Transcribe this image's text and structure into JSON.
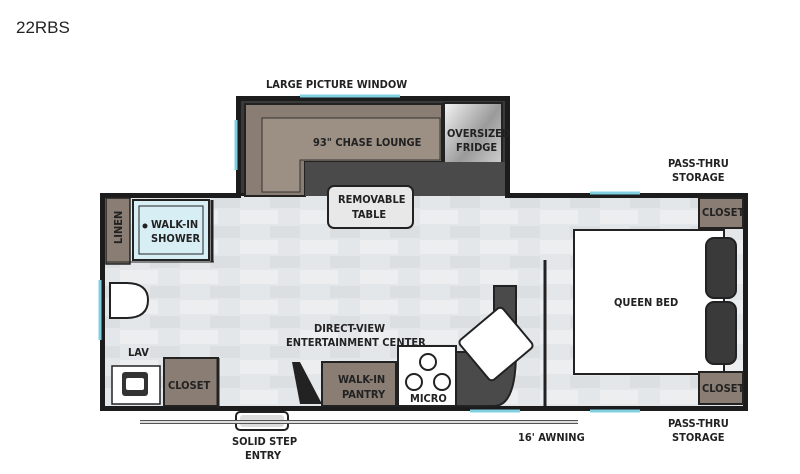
{
  "model": "22RBS",
  "labels": {
    "picture_window": "LARGE PICTURE WINDOW",
    "chase_lounge": "93\" CHASE LOUNGE",
    "fridge_1": "OVERSIZED",
    "fridge_2": "FRIDGE",
    "table_1": "REMOVABLE",
    "table_2": "TABLE",
    "pass_thru_top_1": "PASS-THRU",
    "pass_thru_top_2": "STORAGE",
    "closet_top": "CLOSET",
    "linen": "LINEN",
    "shower_1": "WALK-IN",
    "shower_2": "SHOWER",
    "queen_bed": "QUEEN BED",
    "entertainment_1": "DIRECT-VIEW",
    "entertainment_2": "ENTERTAINMENT CENTER",
    "lav": "LAV",
    "closet_bath": "CLOSET",
    "pantry_1": "WALK-IN",
    "pantry_2": "PANTRY",
    "micro": "MICRO",
    "closet_bottom": "CLOSET",
    "step_1": "SOLID STEP",
    "step_2": "ENTRY",
    "awning": "16' AWNING",
    "pass_thru_bottom_1": "PASS-THRU",
    "pass_thru_bottom_2": "STORAGE"
  },
  "colors": {
    "wall": "#1c1c1c",
    "floor": "#e3e6e8",
    "cabinet": "#8a7d73",
    "counter": "#4a4a4a",
    "window": "#7fd0e0",
    "shower": "#d8eef5"
  }
}
